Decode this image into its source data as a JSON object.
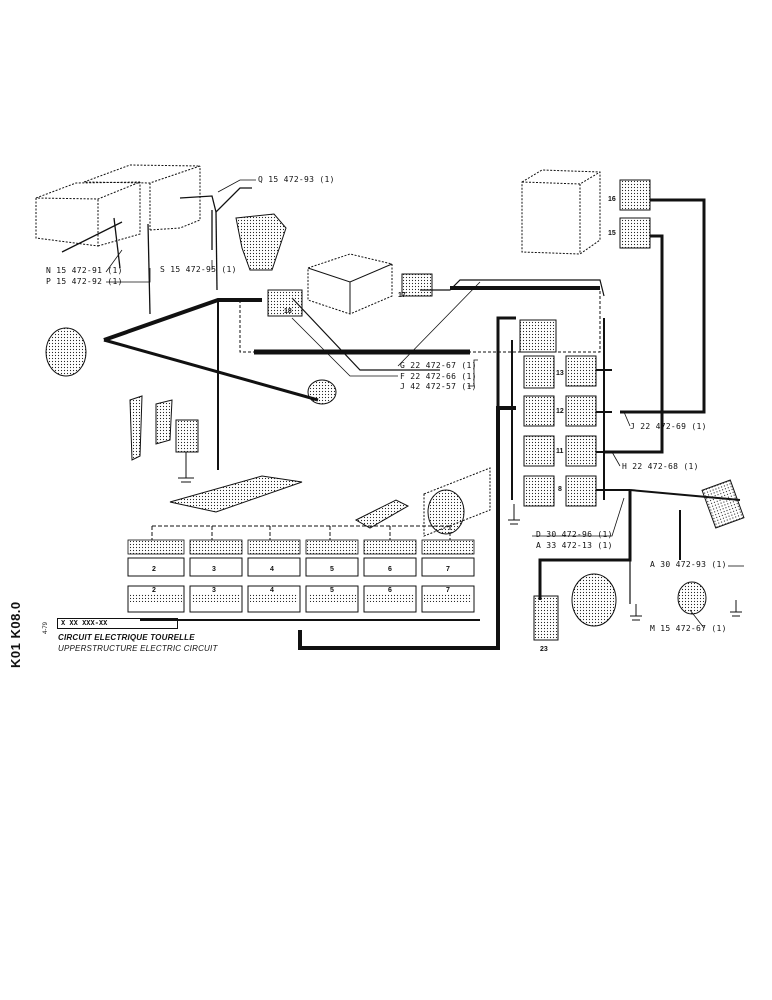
{
  "sheet": {
    "code": "K01 K08.0",
    "date": "4-79",
    "part_number": "X XX XXX-XX",
    "title_fr": "CIRCUIT ELECTRIQUE TOURELLE",
    "title_en": "UPPERSTRUCTURE ELECTRIC CIRCUIT"
  },
  "references": {
    "Q": "Q 15 472-93 (1)",
    "N": "N 15 472-91 (1)",
    "P": "P 15 472-92 (1)",
    "S": "S 15 472-95 (1)",
    "G": "G 22 472-67 (1)",
    "F": "F 22 472-66 (1)",
    "J42": "J 42 472-57 (1)",
    "J22": "J 22 472-69 (1)",
    "H": "H 22 472-68 (1)",
    "D": "D 30 472-96 (1)",
    "A33": "A 33 472-13 (1)",
    "A30": "A 30 472-93 (1)",
    "M": "M 15 472-67 (1)"
  },
  "component_numbers": {
    "c15": "15",
    "c16": "16",
    "c17": "17",
    "c18": "18",
    "c8": "8",
    "c11": "11",
    "c12": "12",
    "c13": "13",
    "c23": "23"
  },
  "terminal_blocks": {
    "upper": [
      "2",
      "3",
      "4",
      "5",
      "6",
      "7"
    ],
    "lower": [
      "2",
      "3",
      "4",
      "5",
      "6",
      "7"
    ]
  },
  "colors": {
    "ink": "#111111",
    "paper": "#ffffff"
  }
}
